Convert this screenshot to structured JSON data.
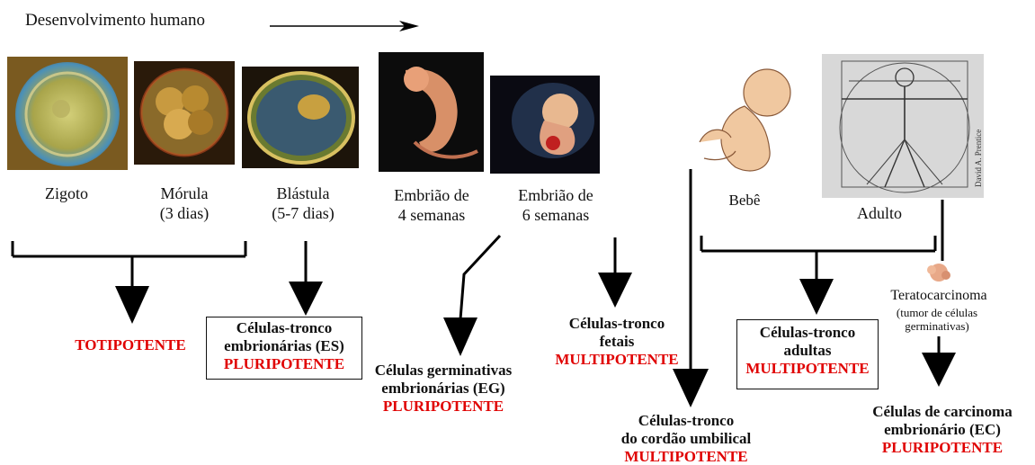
{
  "title": "Desenvolvimento humano",
  "stages": {
    "zigoto": "Zigoto",
    "morula": "Mórula",
    "morula_days": "(3 dias)",
    "blastula": "Blástula",
    "blastula_days": "(5-7 dias)",
    "embriao4_line1": "Embrião de",
    "embriao4_line2": "4 semanas",
    "embriao6_line1": "Embrião de",
    "embriao6_line2": "6 semanas",
    "bebe": "Bebê",
    "adulto": "Adulto"
  },
  "credit": "David A. Prentice",
  "outcomes": {
    "totipotente": "TOTIPOTENTE",
    "es_line1": "Células-tronco",
    "es_line2": "embrionárias (ES)",
    "es_potency": "PLURIPOTENTE",
    "eg_line1": "Células germinativas",
    "eg_line2": "embrionárias (EG)",
    "eg_potency": "PLURIPOTENTE",
    "fetal_line1": "Células-tronco",
    "fetal_line2": "fetais",
    "fetal_potency": "MULTIPOTENTE",
    "cord_line1": "Células-tronco",
    "cord_line2": "do cordão umbilical",
    "cord_potency": "MULTIPOTENTE",
    "adult_line1": "Células-tronco",
    "adult_line2": "adultas",
    "adult_potency": "MULTIPOTENTE",
    "terato": "Teratocarcinoma",
    "terato_sub1": "(tumor de células",
    "terato_sub2": "germinativas)",
    "ec_line1": "Células de carcinoma",
    "ec_line2": "embrionário (EC)",
    "ec_potency": "PLURIPOTENTE"
  },
  "colors": {
    "potency_red": "#e00000",
    "ink": "#111111"
  }
}
